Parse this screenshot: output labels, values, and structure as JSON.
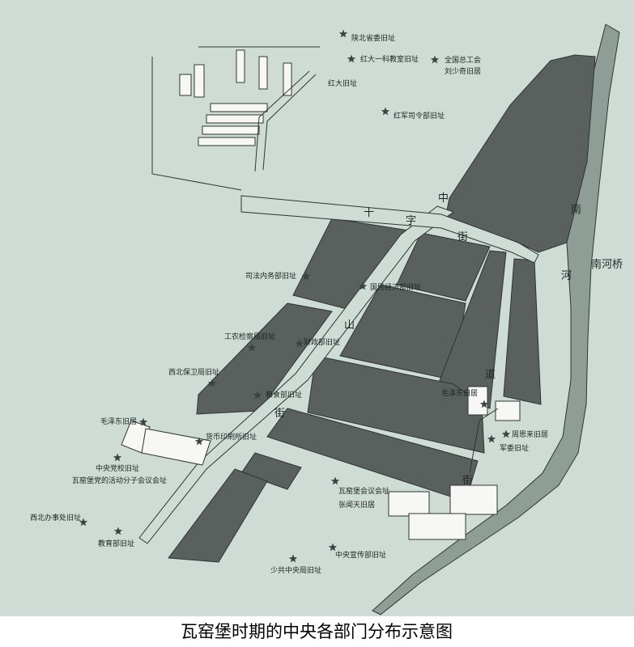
{
  "caption": "瓦窑堡时期的中央各部门分布示意图",
  "colors": {
    "background": "#cfdcd5",
    "block": "#5a605e",
    "road": "#cfdcd5",
    "river": "#8f9d97",
    "outline": "#2e3434",
    "star": "#3a4242"
  },
  "icon": "star-marker",
  "streets": [
    {
      "id": "zhong",
      "text": "中"
    },
    {
      "id": "shi",
      "text": "十"
    },
    {
      "id": "zi",
      "text": "字"
    },
    {
      "id": "jie1",
      "text": "街"
    },
    {
      "id": "shan",
      "text": "山"
    },
    {
      "id": "dao",
      "text": "道"
    },
    {
      "id": "jie2",
      "text": "街"
    },
    {
      "id": "jie3",
      "text": "街"
    }
  ],
  "river": {
    "nan": "南",
    "he": "河",
    "bridge": "南河桥"
  },
  "sites": [
    {
      "id": "shaanbei",
      "label": "陕北省委旧址"
    },
    {
      "id": "hongda-yike",
      "label": "红大一科教室旧址"
    },
    {
      "id": "quanguo-1",
      "label": "全国总工会"
    },
    {
      "id": "quanguo-2",
      "label": "刘少奇旧居"
    },
    {
      "id": "hongda",
      "label": "红大旧址"
    },
    {
      "id": "hongjun",
      "label": "红军司令部旧址"
    },
    {
      "id": "sifa",
      "label": "司法内务部旧址"
    },
    {
      "id": "guomin",
      "label": "国民经济部旧址"
    },
    {
      "id": "gongnong",
      "label": "工农检察局旧址"
    },
    {
      "id": "caizheng",
      "label": "财政部旧址"
    },
    {
      "id": "xibei-baowei",
      "label": "西北保卫局旧址"
    },
    {
      "id": "liangshi",
      "label": "粮食部旧址"
    },
    {
      "id": "mao-right",
      "label": "毛泽东旧居"
    },
    {
      "id": "mao-left",
      "label": "毛泽东旧居"
    },
    {
      "id": "huobi",
      "label": "货币印刷所旧址"
    },
    {
      "id": "zhou",
      "label": "周恩来旧居"
    },
    {
      "id": "junwei",
      "label": "军委旧址"
    },
    {
      "id": "dangxiao-1",
      "label": "中央党校旧址"
    },
    {
      "id": "dangxiao-2",
      "label": "瓦窑堡党的活动分子会议会址"
    },
    {
      "id": "wyb-1",
      "label": "瓦窑堡会议会址"
    },
    {
      "id": "wyb-2",
      "label": "张闻天旧居"
    },
    {
      "id": "xibei-banshi",
      "label": "西北办事处旧址"
    },
    {
      "id": "jiaoyu",
      "label": "教育部旧址"
    },
    {
      "id": "xuanchuan",
      "label": "中央宣传部旧址"
    },
    {
      "id": "shaogong",
      "label": "少共中央局旧址"
    }
  ]
}
